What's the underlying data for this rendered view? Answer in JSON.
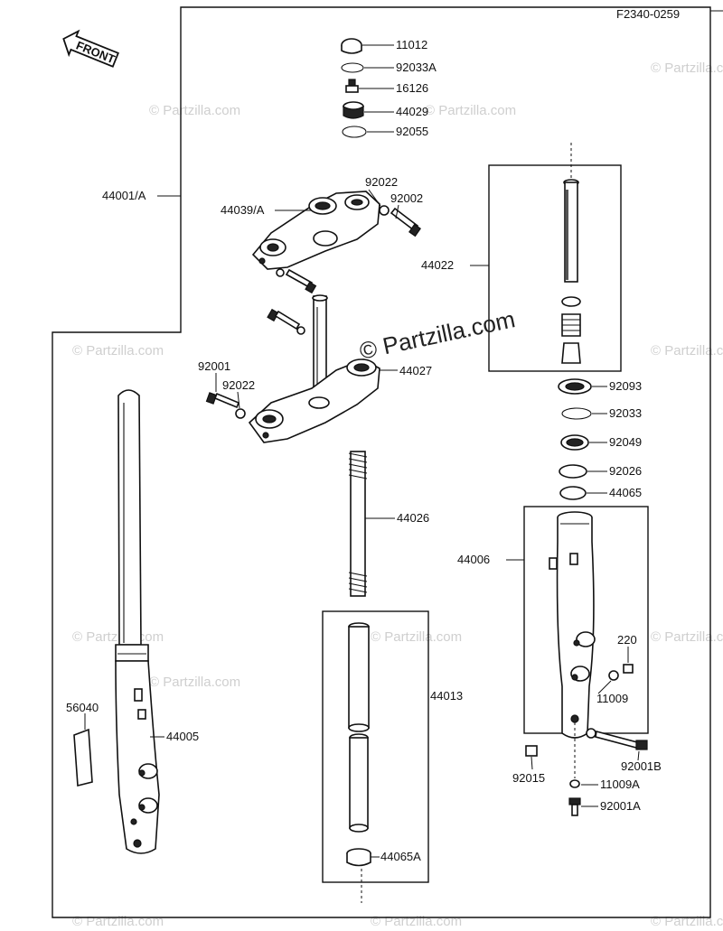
{
  "diagram": {
    "ref_code": "F2340-0259",
    "front_label": "FRONT",
    "watermark": "© Partzilla.com",
    "parts": {
      "p11012": "11012",
      "p92033A": "92033A",
      "p16126": "16126",
      "p44029": "44029",
      "p92055": "92055",
      "p44001A": "44001/A",
      "p92022_top": "92022",
      "p92002": "92002",
      "p44039A": "44039/A",
      "p44022": "44022",
      "p92001_left": "92001",
      "p92022_left": "92022",
      "p44027": "44027",
      "p92093": "92093",
      "p92033": "92033",
      "p92049": "92049",
      "p92026": "92026",
      "p44065": "44065",
      "p44026": "44026",
      "p44006": "44006",
      "p220": "220",
      "p11009": "11009",
      "p44013": "44013",
      "p56040": "56040",
      "p44005": "44005",
      "p92001B": "92001B",
      "p92015": "92015",
      "p11009A": "11009A",
      "p92001A": "92001A",
      "p44065A": "44065A"
    }
  }
}
